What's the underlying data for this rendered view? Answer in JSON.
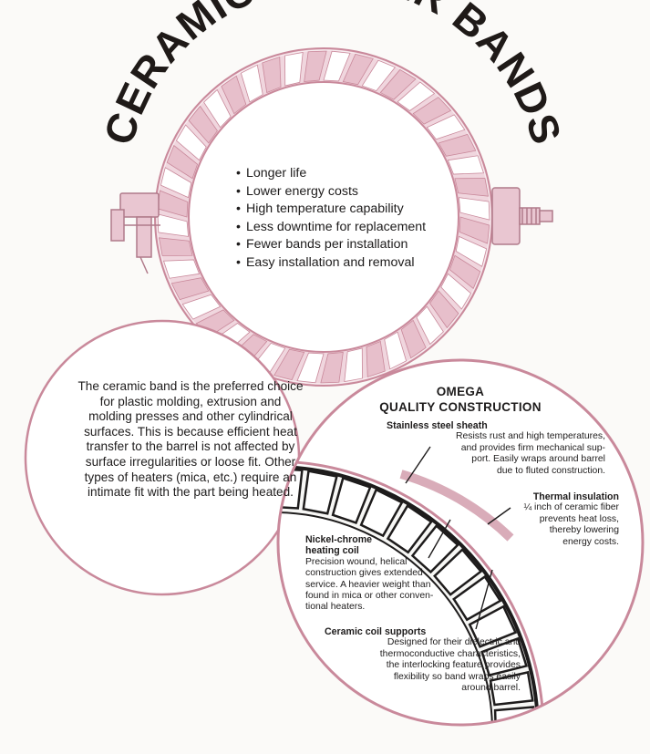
{
  "title": "CERAMIC HEATER BANDS",
  "benefits": [
    "Longer life",
    "Lower energy costs",
    "High temperature capability",
    "Less downtime for replacement",
    "Fewer bands per installation",
    "Easy installation and removal"
  ],
  "intro_text": "The ceramic band is the preferred choice for plastic molding, extrusion and molding presses and other cylindrical surfaces. This is because efficient heat transfer to the barrel is not affected by surface irregularities or loose fit. Other types of heaters (mica, etc.) require an intimate fit with the part being heated.",
  "quality": {
    "heading_line1": "OMEGA",
    "heading_line2": "QUALITY CONSTRUCTION",
    "callouts": {
      "steel": {
        "title": "Stainless steel sheath",
        "body": "Resists rust and high temperatures,\nand provides firm mechanical sup-\nport. Easily wraps around barrel\ndue to fluted construction."
      },
      "thermal": {
        "title": "Thermal insulation",
        "body": "¼ inch of ceramic fiber\nprevents heat loss,\nthereby lowering\nenergy costs."
      },
      "nickel": {
        "title": "Nickel-chrome\nheating coil",
        "body": "Precision wound, helical\nconstruction gives extended\nservice. A heavier weight than\nfound in mica or other conven-\ntional heaters."
      },
      "ceramic": {
        "title": "Ceramic coil supports",
        "body": "Designed for their dielectric and\nthermoconductive characteristics,\nthe interlocking feature provides\nflexibility so band wraps easily\naround barrel."
      }
    }
  },
  "colors": {
    "pink_accent": "#c9899b",
    "pink_light": "#efd3dc",
    "ink": "#1e1c1c"
  }
}
